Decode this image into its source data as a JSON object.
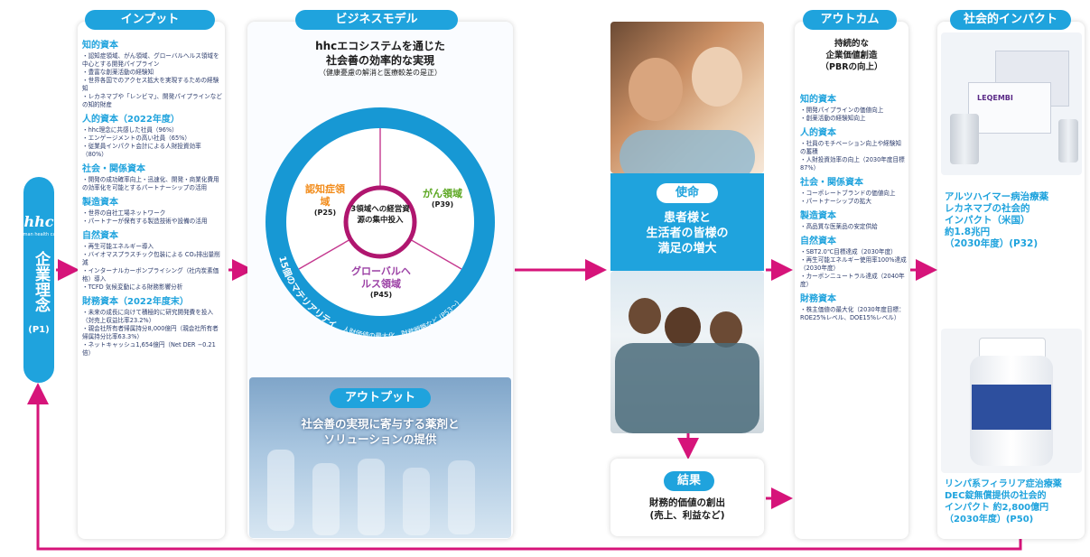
{
  "philosophy": {
    "logo": "hhc",
    "logo_sub": "human health care",
    "label": "企業理念",
    "page": "(P1)"
  },
  "inputs": {
    "header": "インプット",
    "sections": [
      {
        "title": "知的資本",
        "items": [
          "認知症領域、がん領域、グローバルヘルス領域を中心とする開発パイプライン",
          "豊富な創薬活動の経験知",
          "世界各国でのアクセス拡大を実現するための経験知",
          "レカネマブや「レンビマ」、開発パイプラインなどの知的財産"
        ]
      },
      {
        "title": "人的資本（2022年度）",
        "items": [
          "hhc理念に共感した社員（96%）",
          "エンゲージメントの高い社員（65%）",
          "従業員インパクト会計による人財投資効率（80%）"
        ]
      },
      {
        "title": "社会・関係資本",
        "items": [
          "開発の成功確率向上・迅速化、開発・商業化費用の効率化を可能とするパートナーシップの活用"
        ]
      },
      {
        "title": "製造資本",
        "items": [
          "世界の自社工場ネットワーク",
          "パートナーが保有する製造技術や設備の活用"
        ]
      },
      {
        "title": "自然資本",
        "items": [
          "再生可能エネルギー導入",
          "バイオマスプラスチック包装による CO₂排出量削減",
          "インターナルカーボンプライシング（社内炭素価格）導入",
          "TCFD 気候変動による財務影響分析"
        ]
      },
      {
        "title": "財務資本（2022年度末）",
        "items": [
          "未来の成長に向けて積極的に研究開発費を投入（対売上収益比率23.2%）",
          "親会社所有者帰属持分8,000億円（親会社所有者帰属持分比率63.3%）",
          "ネットキャッシュ1,654億円（Net DER −0.21倍）"
        ]
      }
    ]
  },
  "business_model": {
    "header": "ビジネスモデル",
    "title_line1": "hhcエコシステムを通じた",
    "title_line2": "社会善の効率的な実現",
    "title_line3": "（健康憂慮の解消と医療較差の是正）",
    "center": "3領域への経営資源の集中投入",
    "dementia": "認知症領域",
    "dementia_page": "(P25)",
    "oncology": "がん領域",
    "oncology_page": "(P39)",
    "global_health": "グローバルヘルス領域",
    "global_health_page": "(P45)",
    "materiality": "15個のマテリアリティ",
    "materiality_sub": "人財価値の最大化、財務戦略など (P53～)"
  },
  "output": {
    "header": "アウトプット",
    "text_line1": "社会善の実現に寄与する薬剤と",
    "text_line2": "ソリューションの提供"
  },
  "mission": {
    "header": "使命",
    "line1": "患者様と",
    "line2": "生活者の皆様の",
    "line3": "満足の増大"
  },
  "result": {
    "header": "結果",
    "line1": "財務的価値の創出",
    "line2": "(売上、利益など)"
  },
  "outcome": {
    "header": "アウトカム",
    "title_line1": "持続的な",
    "title_line2": "企業価値創造",
    "title_line3": "（PBRの向上）",
    "sections": [
      {
        "title": "知的資本",
        "items": [
          "開発パイプラインの価値向上",
          "創薬活動の経験知向上"
        ]
      },
      {
        "title": "人的資本",
        "items": [
          "社員のモチベーション向上や経験知の蓄積",
          "人財投資効率の向上（2030年度目標87%）"
        ]
      },
      {
        "title": "社会・関係資本",
        "items": [
          "コーポレートブランドの価値向上",
          "パートナーシップの拡大"
        ]
      },
      {
        "title": "製造資本",
        "items": [
          "高品質な医薬品の安定供給"
        ]
      },
      {
        "title": "自然資本",
        "items": [
          "SBT2.0℃目標達成（2030年度）",
          "再生可能エネルギー使用率100%達成（2030年度）",
          "カーボンニュートラル達成（2040年度）"
        ]
      },
      {
        "title": "財務資本",
        "items": [
          "株主価値の最大化（2030年度目標：ROE25%レベル、DOE15%レベル）"
        ]
      }
    ]
  },
  "impact": {
    "header": "社会的インパクト",
    "lecanemab_line1": "アルツハイマー病治療薬",
    "lecanemab_line2": "レカネマブの社会的",
    "lecanemab_line3": "インパクト（米国）",
    "lecanemab_line4": "約1.8兆円",
    "lecanemab_line5": "（2030年度）(P32)",
    "dec_line1": "リンパ系フィラリア症治療薬",
    "dec_line2": "DEC錠無償提供の社会的",
    "dec_line3": "インパクト 約2,800億円",
    "dec_line4": "（2030年度）(P50)",
    "product_name": "LEQEMBI"
  },
  "colors": {
    "accent": "#1fa3dd",
    "arrow": "#d6147a",
    "navy": "#1b3a8a",
    "dementia": "#f28c1b",
    "oncology": "#5aa61f",
    "global": "#9b3fa4",
    "ring": "#1798d4",
    "center_ring": "#b0166f"
  }
}
